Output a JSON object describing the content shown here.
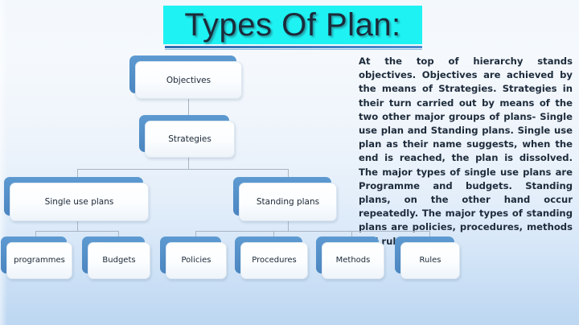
{
  "slide": {
    "title": "Types Of Plan:",
    "title_highlight_color": "#1ef2f2",
    "background_colors": [
      "#f3f8fd",
      "#bdd7f2"
    ],
    "paragraph": "At the top of hierarchy stands objectives. Objectives are achieved by the means of Strategies. Strategies in their turn carried out by means of the two other major groups of plans- Single use plan and Standing plans. Single use plan as their name suggests, when the end is reached, the plan is dissolved. The major types of single use plans are Programme and budgets. Standing plans, on the other hand occur repeatedly. The major types of standing plans are policies, procedures, methods and rules."
  },
  "chart_data": {
    "type": "diagram",
    "title": "Types Of Plan:",
    "node_accent_color": "#4f8ac4",
    "node_face_color": "#ffffff",
    "connector_color": "#a8b6c2",
    "levels": [
      {
        "level": 1,
        "labels": [
          "Objectives"
        ]
      },
      {
        "level": 2,
        "labels": [
          "Strategies"
        ]
      },
      {
        "level": 3,
        "labels": [
          "Single use plans",
          "Standing plans"
        ]
      },
      {
        "level": 4,
        "labels": [
          "programmes",
          "Budgets",
          "Policies",
          "Procedures",
          "Methods",
          "Rules"
        ]
      }
    ],
    "nodes": {
      "objectives": "Objectives",
      "strategies": "Strategies",
      "single_use_plans": "Single use plans",
      "standing_plans": "Standing plans",
      "programmes": "programmes",
      "budgets": "Budgets",
      "policies": "Policies",
      "procedures": "Procedures",
      "methods": "Methods",
      "rules": "Rules"
    },
    "edges": [
      [
        "Objectives",
        "Strategies"
      ],
      [
        "Strategies",
        "Single use plans"
      ],
      [
        "Strategies",
        "Standing plans"
      ],
      [
        "Single use plans",
        "programmes"
      ],
      [
        "Single use plans",
        "Budgets"
      ],
      [
        "Standing plans",
        "Policies"
      ],
      [
        "Standing plans",
        "Procedures"
      ],
      [
        "Standing plans",
        "Methods"
      ],
      [
        "Standing plans",
        "Rules"
      ]
    ]
  }
}
